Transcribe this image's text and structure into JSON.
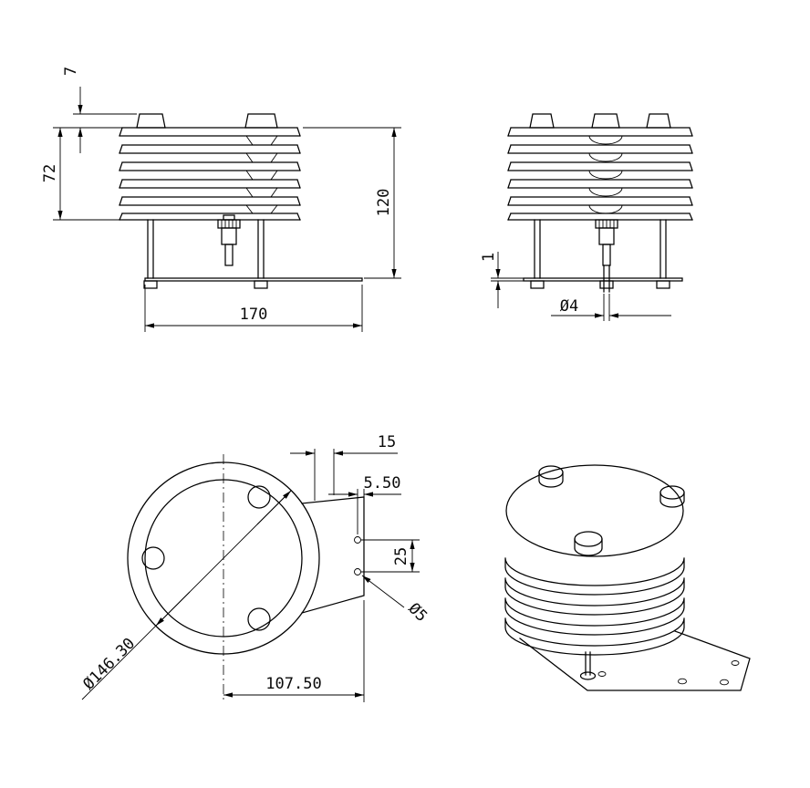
{
  "drawing": {
    "colors": {
      "line": "#000000",
      "background": "#ffffff"
    },
    "views": {
      "front": {
        "cap_height": "7",
        "louver_stack_height": "72",
        "overall_height": "120",
        "base_width": "170"
      },
      "side": {
        "base_plate_thickness": "1",
        "bolt_diameter": "Ø4"
      },
      "bottom": {
        "slot_width": "15",
        "hole_edge_offset": "5.50",
        "hole_spacing": "25",
        "mount_hole_diameter": "Ø5",
        "shield_diameter": "Ø146.30",
        "bracket_length": "107.50"
      }
    }
  }
}
